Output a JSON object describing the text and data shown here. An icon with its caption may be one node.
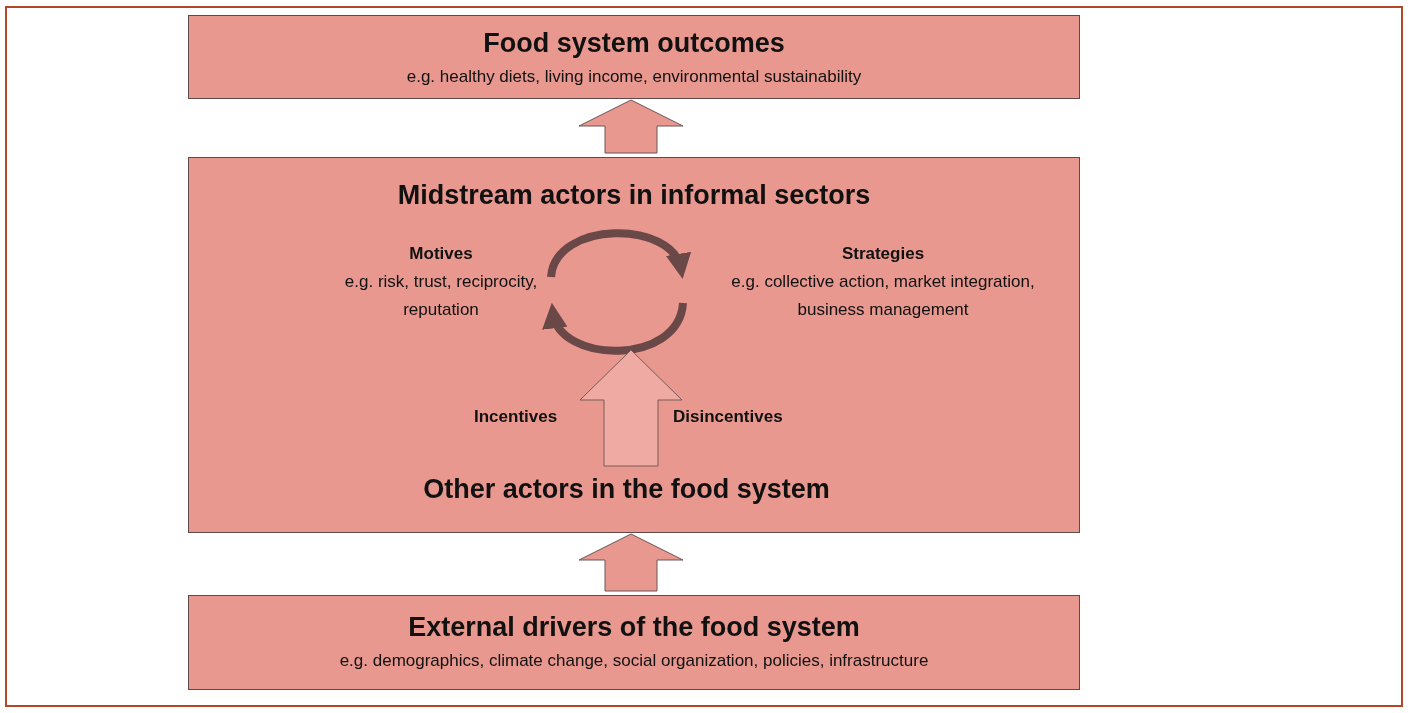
{
  "diagram": {
    "nodes": [
      {
        "text": [
          "Food system outcomes",
          "e.g. healthy diets, living income, environmental sustainability"
        ]
      },
      {
        "text": [
          "Midstream actors in informal sectors"
        ]
      },
      {
        "text": [
          "Motives",
          "e.g. risk, trust, reciprocity, reputation"
        ],
        "in": 1
      },
      {
        "text": [
          "Strategies",
          "e.g. collective action, market integration, business management"
        ],
        "in": 1
      },
      {
        "text": [
          "Other actors in the food system"
        ],
        "in": 1
      },
      {
        "text": [
          "External drivers of the food system",
          "e.g. demographics, climate change, social organization, policies, infrastructure"
        ]
      }
    ],
    "edges": [
      {
        "from": 1,
        "to": 0,
        "arrow": "to"
      },
      {
        "from": 2,
        "to": 3,
        "arrow": "to",
        "color": "#6b4848"
      },
      {
        "from": 3,
        "to": 2,
        "arrow": "to",
        "color": "#6b4848"
      },
      {
        "from": 4,
        "to": null,
        "arrow": "to"
      },
      {
        "from": 5,
        "to": 1,
        "arrow": "to"
      }
    ],
    "labels": [
      "Incentives",
      "Disincentives"
    ]
  }
}
